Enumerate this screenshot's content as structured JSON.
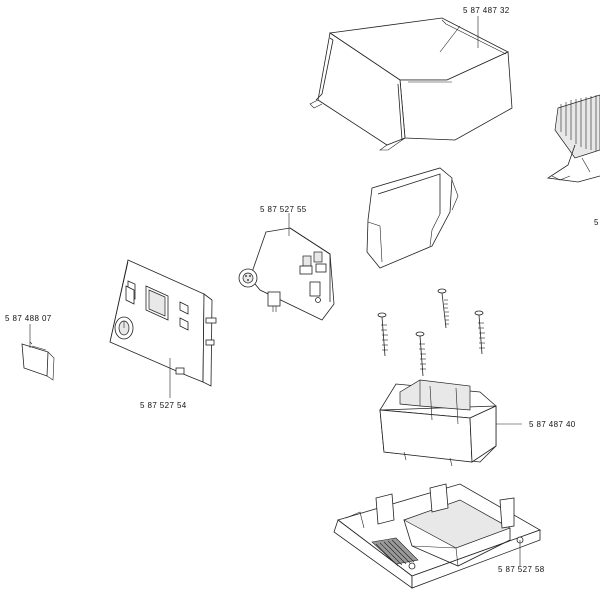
{
  "diagram": {
    "part_labels": [
      {
        "id": "cover",
        "text": "5 87 487 32"
      },
      {
        "id": "heatsink-partial",
        "text": "5"
      },
      {
        "id": "pcb",
        "text": "5 87 527 55"
      },
      {
        "id": "small-panel",
        "text": "5 87 488 07"
      },
      {
        "id": "front-panel",
        "text": "5 87 527 54"
      },
      {
        "id": "transformer",
        "text": "5 87 487 40"
      },
      {
        "id": "base",
        "text": "5 87 527 58"
      }
    ]
  }
}
